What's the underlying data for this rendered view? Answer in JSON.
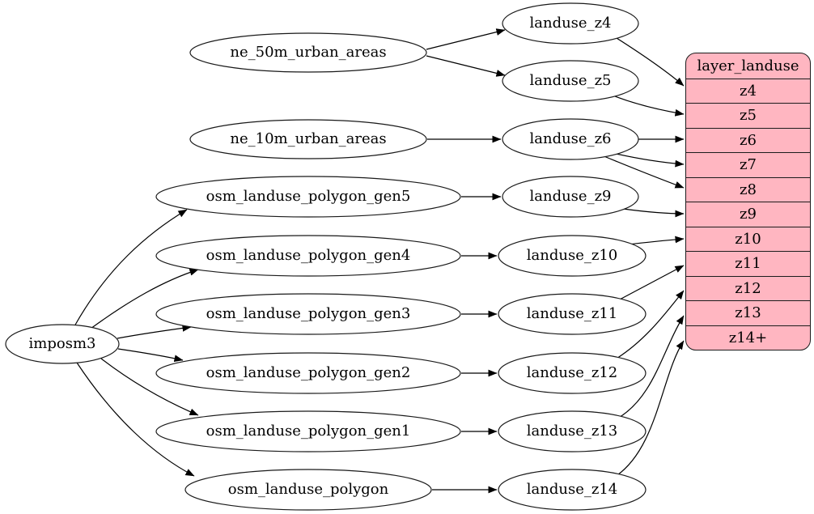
{
  "diagram": {
    "kind": "dependency-graph",
    "accent_fill": "#ffb6c1",
    "stroke_color": "#000000"
  },
  "nodes": {
    "imposm3": "imposm3",
    "ne_50m_urban_areas": "ne_50m_urban_areas",
    "ne_10m_urban_areas": "ne_10m_urban_areas",
    "osm_landuse_polygon_gen5": "osm_landuse_polygon_gen5",
    "osm_landuse_polygon_gen4": "osm_landuse_polygon_gen4",
    "osm_landuse_polygon_gen3": "osm_landuse_polygon_gen3",
    "osm_landuse_polygon_gen2": "osm_landuse_polygon_gen2",
    "osm_landuse_polygon_gen1": "osm_landuse_polygon_gen1",
    "osm_landuse_polygon": "osm_landuse_polygon",
    "landuse_z4": "landuse_z4",
    "landuse_z5": "landuse_z5",
    "landuse_z6": "landuse_z6",
    "landuse_z9": "landuse_z9",
    "landuse_z10": "landuse_z10",
    "landuse_z11": "landuse_z11",
    "landuse_z12": "landuse_z12",
    "landuse_z13": "landuse_z13",
    "landuse_z14": "landuse_z14"
  },
  "table": {
    "title": "layer_landuse",
    "rows": [
      "z4",
      "z5",
      "z6",
      "z7",
      "z8",
      "z9",
      "z10",
      "z11",
      "z12",
      "z13",
      "z14+"
    ],
    "fill": "#ffb6c1",
    "border": "#1c1c1c"
  },
  "edges": [
    [
      "imposm3",
      "osm_landuse_polygon_gen5"
    ],
    [
      "imposm3",
      "osm_landuse_polygon_gen4"
    ],
    [
      "imposm3",
      "osm_landuse_polygon_gen3"
    ],
    [
      "imposm3",
      "osm_landuse_polygon_gen2"
    ],
    [
      "imposm3",
      "osm_landuse_polygon_gen1"
    ],
    [
      "imposm3",
      "osm_landuse_polygon"
    ],
    [
      "ne_50m_urban_areas",
      "landuse_z4"
    ],
    [
      "ne_50m_urban_areas",
      "landuse_z5"
    ],
    [
      "ne_10m_urban_areas",
      "landuse_z6"
    ],
    [
      "osm_landuse_polygon_gen5",
      "landuse_z9"
    ],
    [
      "osm_landuse_polygon_gen4",
      "landuse_z10"
    ],
    [
      "osm_landuse_polygon_gen3",
      "landuse_z11"
    ],
    [
      "osm_landuse_polygon_gen2",
      "landuse_z12"
    ],
    [
      "osm_landuse_polygon_gen1",
      "landuse_z13"
    ],
    [
      "osm_landuse_polygon",
      "landuse_z14"
    ],
    [
      "landuse_z4",
      "layer_landuse.z4"
    ],
    [
      "landuse_z5",
      "layer_landuse.z5"
    ],
    [
      "landuse_z6",
      "layer_landuse.z6"
    ],
    [
      "landuse_z6",
      "layer_landuse.z7"
    ],
    [
      "landuse_z6",
      "layer_landuse.z8"
    ],
    [
      "landuse_z9",
      "layer_landuse.z9"
    ],
    [
      "landuse_z10",
      "layer_landuse.z10"
    ],
    [
      "landuse_z11",
      "layer_landuse.z11"
    ],
    [
      "landuse_z12",
      "layer_landuse.z12"
    ],
    [
      "landuse_z13",
      "layer_landuse.z13"
    ],
    [
      "landuse_z14",
      "layer_landuse.z14+"
    ]
  ]
}
